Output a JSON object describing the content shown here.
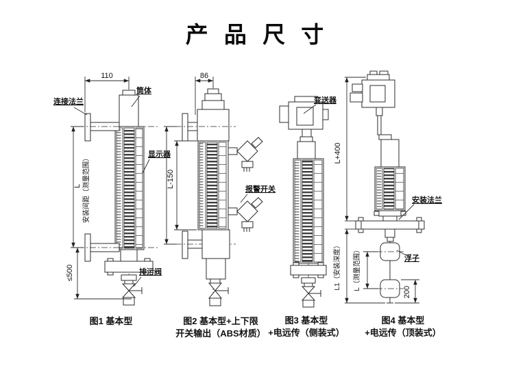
{
  "page": {
    "title": "产 品 尺 寸",
    "background": "#ffffff",
    "line_color": "#2b2b2b"
  },
  "fig1": {
    "caption": "图1 基本型",
    "labels": {
      "connect_flange": "连接法兰",
      "body_tube": "筒体",
      "display": "显示器",
      "drain_valve": "排污阀"
    },
    "dims": {
      "width_110": "110",
      "length_l": "L",
      "length_note": "安装间距（测量范围）",
      "max_500": "≤500"
    }
  },
  "fig2": {
    "caption1": "图2 基本型+上下限",
    "caption2": "开关输出（ABS材质）",
    "labels": {
      "alarm_switch": "报警开关"
    },
    "dims": {
      "width_86": "86",
      "length": "L-150"
    }
  },
  "fig3": {
    "caption1": "图3 基本型",
    "caption2": "+电远传（侧装式）",
    "labels": {
      "transmitter": "变送器"
    }
  },
  "fig4": {
    "caption1": "图4 基本型",
    "caption2": "+电远传（顶装式）",
    "labels": {
      "mount_flange": "安装法兰",
      "float": "浮子"
    },
    "dims": {
      "height": "L+400",
      "depth": "L1（安装深度）",
      "range": "L（测量范围）",
      "float_len": "200"
    }
  }
}
